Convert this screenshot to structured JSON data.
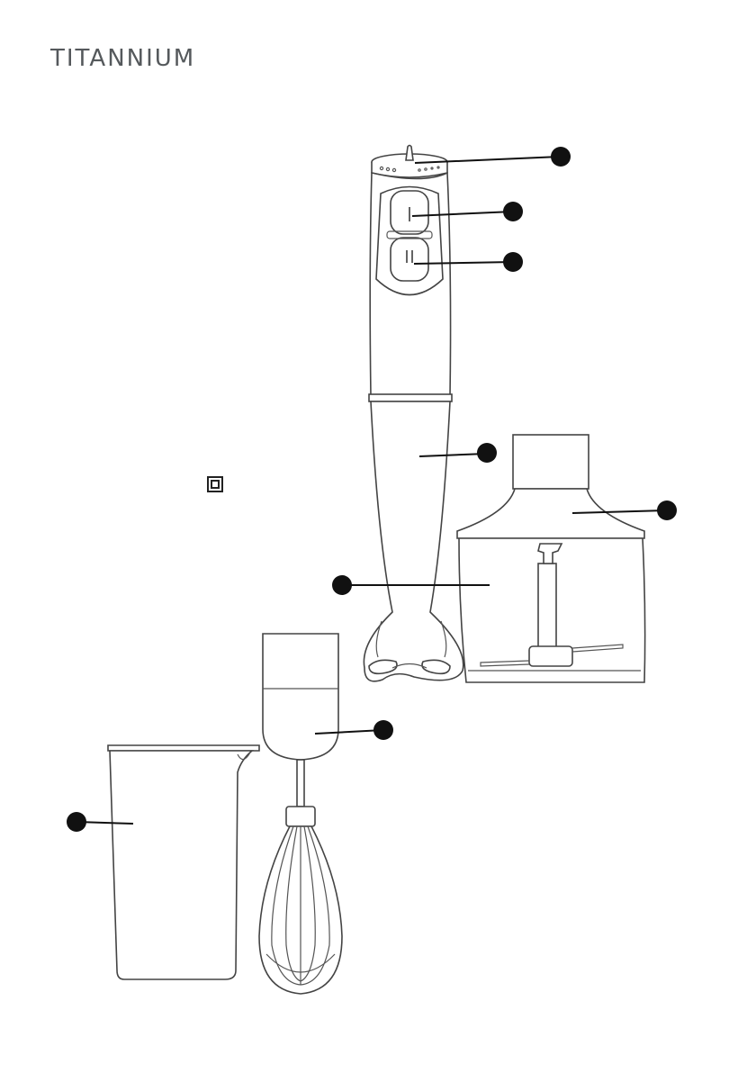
{
  "brand": {
    "logo_text": "TITANNIUM",
    "accent_color": "#c2185b",
    "text_color": "#55595c"
  },
  "switch": {
    "speed1_mark": "I",
    "speed2_mark": "II"
  },
  "icons": {
    "class2": "double-square-icon"
  }
}
